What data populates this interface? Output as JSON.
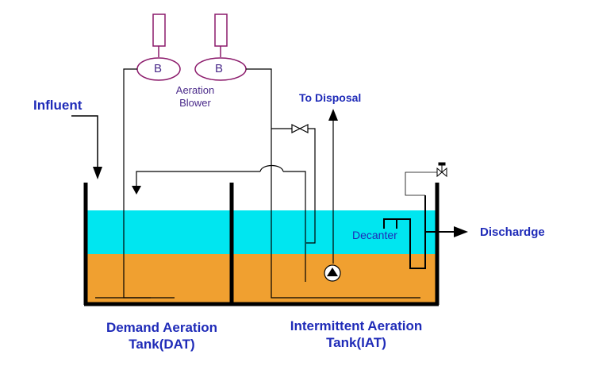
{
  "labels": {
    "influent": "Influent",
    "blower_1": "B",
    "blower_2": "B",
    "aeration_blower_line1": "Aeration",
    "aeration_blower_line2": "Blower",
    "to_disposal": "To Disposal",
    "decanter": "Decanter",
    "discharge": "Dischardge",
    "dat_line1": "Demand Aeration",
    "dat_line2": "Tank(DAT)",
    "iat_line1": "Intermittent Aeration",
    "iat_line2": "Tank(IAT)"
  },
  "colors": {
    "water": "#00e6f0",
    "sludge": "#f0a030",
    "text_blue": "#1f2bb8",
    "text_purple": "#4a2a8a",
    "blower_outline": "#8b1a6b",
    "line": "#000000"
  }
}
